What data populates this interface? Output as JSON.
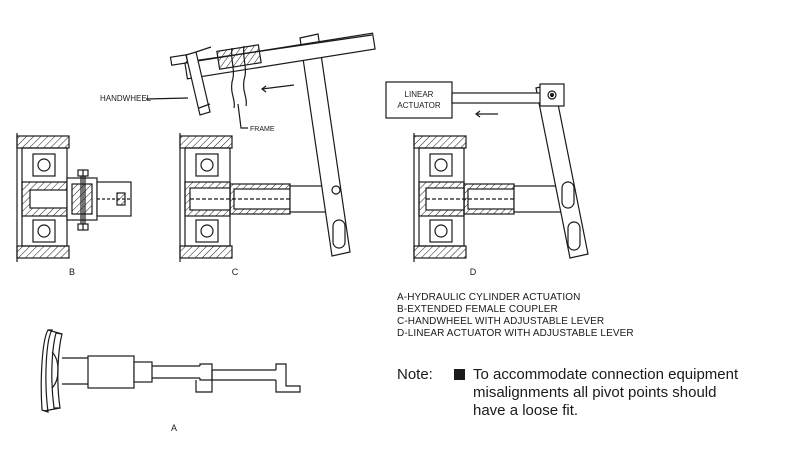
{
  "labels": {
    "handwheel": "HANDWHEEL",
    "frame": "FRAME",
    "linear_actuator_1": "LINEAR",
    "linear_actuator_2": "ACTUATOR"
  },
  "figure_letters": {
    "a": "A",
    "b": "B",
    "c": "C",
    "d": "D"
  },
  "legend": [
    "A-HYDRAULIC CYLINDER ACTUATION",
    "B-EXTENDED FEMALE COUPLER",
    "C-HANDWHEEL WITH ADJUSTABLE LEVER",
    "D-LINEAR ACTUATOR WITH ADJUSTABLE LEVER"
  ],
  "note": {
    "label": "Note:",
    "lines": [
      "To accommodate connection equipment",
      "misalignments all pivot points should",
      "have a loose fit."
    ]
  }
}
